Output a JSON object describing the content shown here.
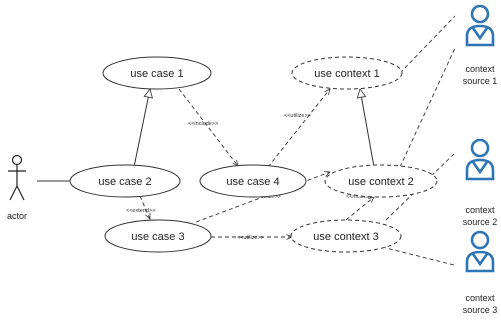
{
  "actor": {
    "label": "actor"
  },
  "use_cases": {
    "uc1": "use case 1",
    "uc2": "use case 2",
    "uc3": "use case 3",
    "uc4": "use case 4"
  },
  "contexts": {
    "ctx1": "use context 1",
    "ctx2": "use context 2",
    "ctx3": "use context 3"
  },
  "relations": {
    "include_uc": "<<include>>",
    "utilize_uc4_ctx1": "<<utilize>>",
    "extend": "<<extend>>",
    "utilize_uc3_ctx2": "<<utilize>>",
    "include_ctx": "<<include>>",
    "utilize_uc3_ctx3": "<<utilize>>"
  },
  "sources": [
    {
      "line1": "context",
      "line2": "source 1"
    },
    {
      "line1": "context",
      "line2": "source 2"
    },
    {
      "line1": "context",
      "line2": "source 3"
    }
  ],
  "colors": {
    "source_icon": "#2e75b6",
    "stroke": "#333333"
  }
}
